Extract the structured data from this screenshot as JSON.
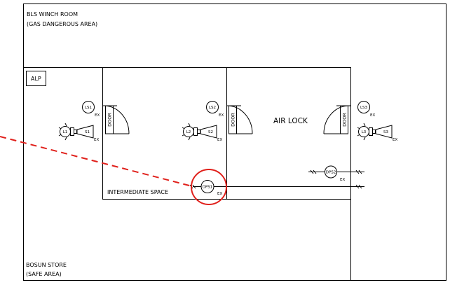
{
  "rooms": {
    "winch_room_line1": "BLS WINCH ROOM",
    "winch_room_line2": "(GAS DANGEROUS AREA)",
    "air_lock": "AIR LOCK",
    "intermediate_space": "INTERMEDIATE SPACE",
    "bosun_store_line1": "BOSUN STORE",
    "bosun_store_line2": "(SAFE AREA)"
  },
  "panel": {
    "label": "ALP"
  },
  "doors": {
    "label": "DOOR"
  },
  "ex_marking": "EX",
  "devices": {
    "ls1": "LS1",
    "ls2": "LS2",
    "ls3": "LS3",
    "l1": "L1",
    "l2": "L2",
    "l3": "L3",
    "s1": "S1",
    "s2": "S2",
    "s3": "S3",
    "dps1": "DPS1",
    "dps2": "DPS2"
  },
  "highlight": {
    "color": "#e0201b"
  }
}
